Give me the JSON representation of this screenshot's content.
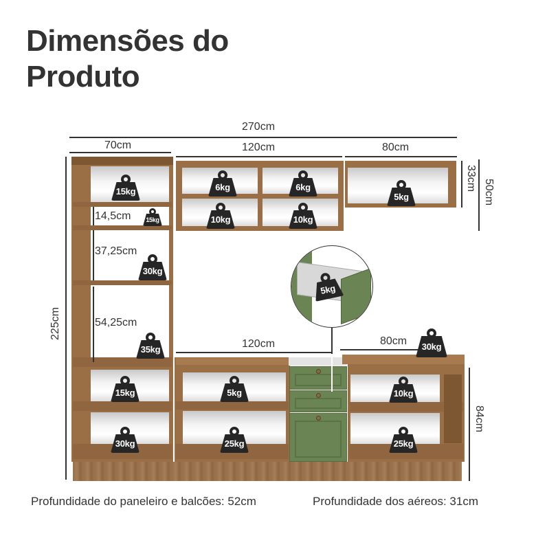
{
  "header": {
    "title_line1": "Dimensões do",
    "title_line2": "Produto"
  },
  "dimensions": {
    "total_width": "270cm",
    "paneleiro_width": "70cm",
    "upper_middle_width": "120cm",
    "upper_right_width": "80cm",
    "upper_right_height": "33cm",
    "upper_total_height": "50cm",
    "total_height": "225cm",
    "niche_1_height": "14,5cm",
    "niche_2_height": "37,25cm",
    "niche_3_height": "54,25cm",
    "lower_middle_width": "120cm",
    "lower_right_width": "80cm",
    "lower_height": "84cm"
  },
  "weights": {
    "paneleiro_top": "15kg",
    "paneleiro_niche_1": "15kg",
    "paneleiro_niche_2": "30kg",
    "paneleiro_niche_3": "35kg",
    "paneleiro_lower_1": "15kg",
    "paneleiro_lower_2": "30kg",
    "upper_mid_tl": "6kg",
    "upper_mid_tr": "6kg",
    "upper_mid_bl": "10kg",
    "upper_mid_br": "10kg",
    "upper_right": "5kg",
    "drawer": "5kg",
    "lower_mid_top": "5kg",
    "lower_mid_bottom": "25kg",
    "lower_right_top_surface": "30kg",
    "lower_right_1": "10kg",
    "lower_right_2": "25kg"
  },
  "icons": {
    "weight": "weight-icon"
  },
  "colors": {
    "wood": "#9a6f45",
    "green_door": "#6b8453",
    "text": "#333333",
    "weight_badge": "#262626"
  },
  "footer": {
    "depth_base": "Profundidade do paneleiro e balcões: 52cm",
    "depth_upper": "Profundidade dos aéreos: 31cm"
  }
}
